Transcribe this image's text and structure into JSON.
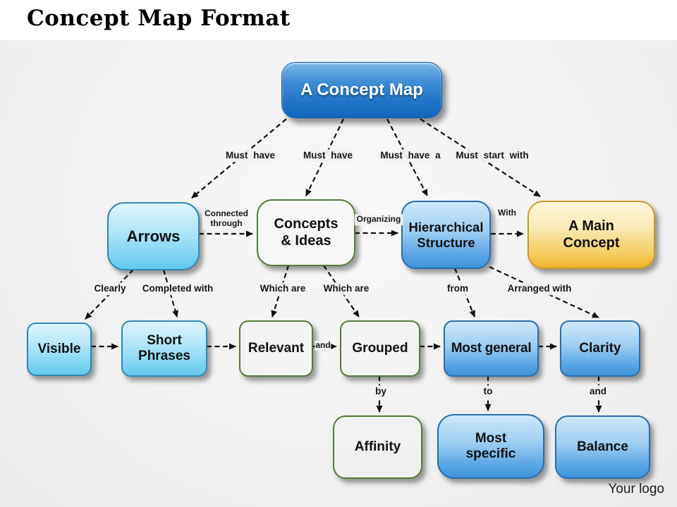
{
  "header": {
    "title": "Concept Map Format"
  },
  "footer": {
    "logo_text": "Your logo"
  },
  "diagram": {
    "type": "concept-map",
    "nodes": {
      "concept_map": "A Concept Map",
      "arrows": "Arrows",
      "concepts_ideas": "Concepts\n& Ideas",
      "hierarchical": "Hierarchical\nStructure",
      "main_concept": "A Main\nConcept",
      "visible": "Visible",
      "short_phrases": "Short\nPhrases",
      "relevant": "Relevant",
      "grouped": "Grouped",
      "most_general": "Most general",
      "clarity": "Clarity",
      "affinity": "Affinity",
      "most_specific": "Most\nspecific",
      "balance": "Balance"
    },
    "edge_labels": {
      "must_have_1": "Must have",
      "must_have_2": "Must have",
      "must_have_a": "Must have a",
      "must_start_with": "Must start with",
      "connected_through": "Connected\nthrough",
      "organizing": "Organizing",
      "with": "With",
      "clearly": "Clearly",
      "completed_with": "Completed with",
      "which_are_1": "Which are",
      "which_are_2": "Which are",
      "from": "from",
      "arranged_with": "Arranged with",
      "and_mid": "and",
      "by": "by",
      "to": "to",
      "and_bottom": "and"
    },
    "edges": [
      {
        "from": "concept_map",
        "to": "arrows",
        "label": "Must have"
      },
      {
        "from": "concept_map",
        "to": "concepts_ideas",
        "label": "Must have"
      },
      {
        "from": "concept_map",
        "to": "hierarchical",
        "label": "Must have a"
      },
      {
        "from": "concept_map",
        "to": "main_concept",
        "label": "Must start with"
      },
      {
        "from": "arrows",
        "to": "concepts_ideas",
        "label": "Connected through"
      },
      {
        "from": "concepts_ideas",
        "to": "hierarchical",
        "label": "Organizing"
      },
      {
        "from": "hierarchical",
        "to": "main_concept",
        "label": "With"
      },
      {
        "from": "arrows",
        "to": "visible",
        "label": "Clearly"
      },
      {
        "from": "arrows",
        "to": "short_phrases",
        "label": "Completed with"
      },
      {
        "from": "concepts_ideas",
        "to": "relevant",
        "label": "Which are"
      },
      {
        "from": "concepts_ideas",
        "to": "grouped",
        "label": "Which are"
      },
      {
        "from": "hierarchical",
        "to": "most_general",
        "label": "from"
      },
      {
        "from": "hierarchical",
        "to": "clarity",
        "label": "Arranged with"
      },
      {
        "from": "visible",
        "to": "short_phrases",
        "label": ""
      },
      {
        "from": "short_phrases",
        "to": "relevant",
        "label": ""
      },
      {
        "from": "relevant",
        "to": "grouped",
        "label": "and"
      },
      {
        "from": "grouped",
        "to": "most_general",
        "label": ""
      },
      {
        "from": "most_general",
        "to": "clarity",
        "label": ""
      },
      {
        "from": "grouped",
        "to": "affinity",
        "label": "by"
      },
      {
        "from": "most_general",
        "to": "most_specific",
        "label": "to"
      },
      {
        "from": "clarity",
        "to": "balance",
        "label": "and"
      }
    ],
    "colors": {
      "top_blue": "#2a7fd0",
      "light_blue": "#7fd2f1",
      "green": "#6da344",
      "medium_blue": "#3f96db",
      "yellow": "#f0b42c",
      "edge": "#111111",
      "background": "#f2f2f2"
    }
  }
}
